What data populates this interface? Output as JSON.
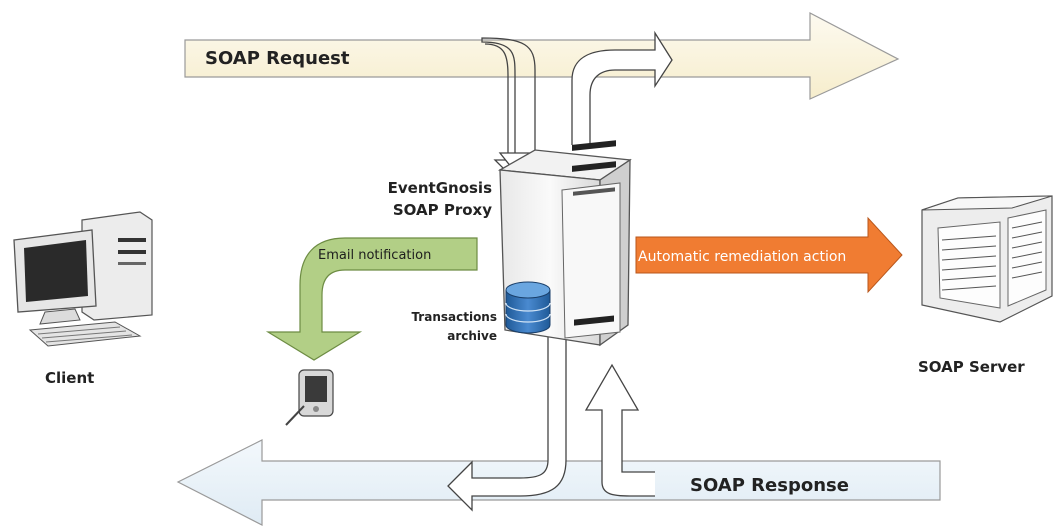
{
  "labels": {
    "soap_request": "SOAP Request",
    "soap_response": "SOAP Response",
    "proxy_line1": "EventGnosis",
    "proxy_line2": "SOAP Proxy",
    "email_notification": "Email notification",
    "transactions_line1": "Transactions",
    "transactions_line2": "archive",
    "remediation": "Automatic remediation action",
    "client": "Client",
    "server": "SOAP Server"
  },
  "icons": {
    "client": "desktop-computer-icon",
    "proxy": "tower-server-icon",
    "server": "rack-server-icon",
    "archive": "database-icon",
    "handheld": "pda-icon"
  },
  "colors": {
    "request_fill": "#fbf6e3",
    "response_fill": "#e9f2f8",
    "email_fill": "#b2cf86",
    "remediation_fill": "#f07c32",
    "database": "#2f6fb0"
  }
}
